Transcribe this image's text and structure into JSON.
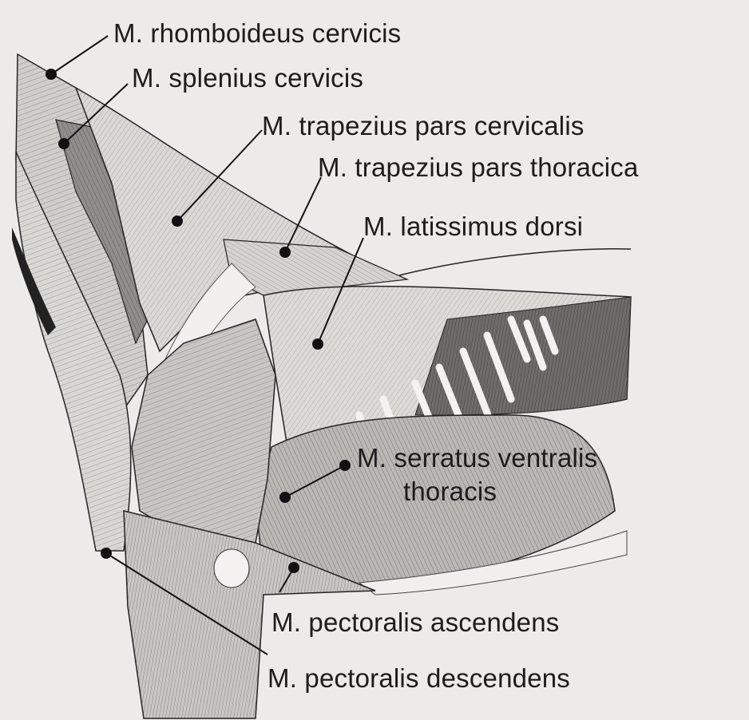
{
  "labels": {
    "rhomboideus": "M. rhomboideus cervicis",
    "splenius": "M. splenius cervicis",
    "trap_cerv": "M. trapezius pars cervicalis",
    "trap_thor": "M. trapezius pars thoracica",
    "latissimus": "M. latissimus dorsi",
    "serratus_1": "M. serratus ventralis",
    "serratus_2": "thoracis",
    "pect_asc": "M. pectoralis ascendens",
    "pect_desc": "M. pectoralis descendens"
  },
  "colors": {
    "paper": "#ecebe9",
    "ink": "#1c1c1c",
    "muscle_fill": "#d6d5d2",
    "muscle_dark": "#a9a8a5"
  }
}
